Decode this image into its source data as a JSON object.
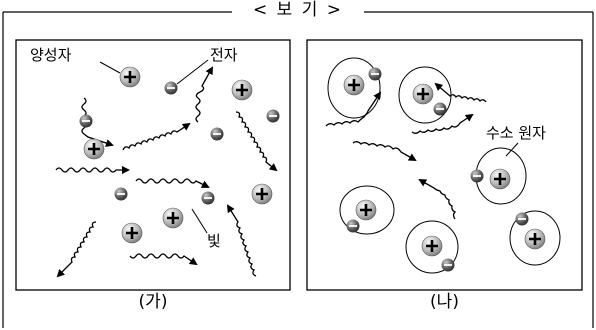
{
  "header": {
    "title": "< 보 기 >"
  },
  "panel_a": {
    "caption": "(가)",
    "label_proton": "양성자",
    "label_electron": "전자",
    "label_light": "빛"
  },
  "panel_b": {
    "caption": "(나)",
    "label_hydrogen": "수소 원자"
  },
  "colors": {
    "stroke": "#000000",
    "particle_fill": "#bdbdbd",
    "electron_fill": "#5a5a5a"
  },
  "icons": {
    "proton": "plus-sphere",
    "electron": "minus-sphere",
    "light": "wavy-arrow"
  }
}
